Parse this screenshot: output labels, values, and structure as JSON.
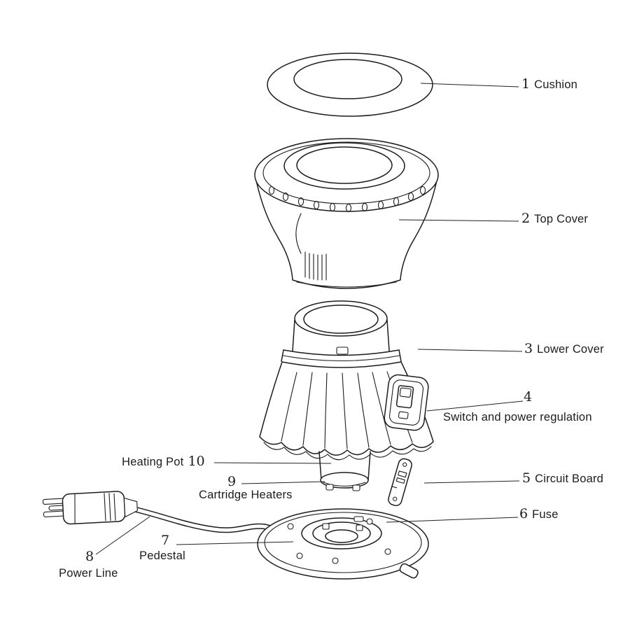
{
  "diagram": {
    "background_color": "#ffffff",
    "line_color": "#1c1c1c",
    "parts": [
      {
        "number": "1",
        "label": "Cushion"
      },
      {
        "number": "2",
        "label": "Top Cover"
      },
      {
        "number": "3",
        "label": "Lower Cover"
      },
      {
        "number": "4",
        "label": "Switch and power regulation"
      },
      {
        "number": "5",
        "label": "Circuit Board"
      },
      {
        "number": "6",
        "label": "Fuse"
      },
      {
        "number": "7",
        "label": "Pedestal"
      },
      {
        "number": "8",
        "label": "Power Line"
      },
      {
        "number": "9",
        "label": "Cartridge Heaters"
      },
      {
        "number": "10",
        "label": "Heating Pot"
      }
    ]
  }
}
